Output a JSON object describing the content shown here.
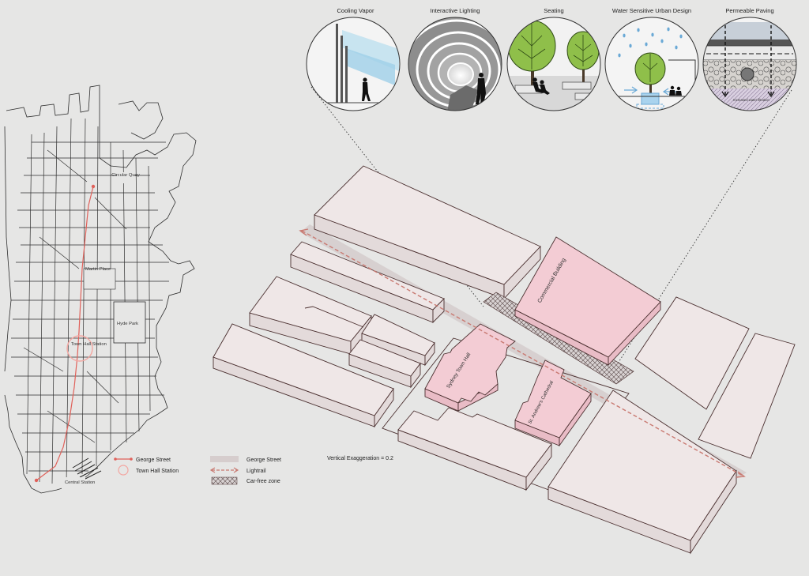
{
  "vignettes": [
    {
      "id": "cooling",
      "caption": "Cooling Vapor"
    },
    {
      "id": "lighting",
      "caption": "Interactive Lighting"
    },
    {
      "id": "seating",
      "caption": "Seating"
    },
    {
      "id": "wsud",
      "caption": "Water Sensitive Urban Design"
    },
    {
      "id": "paving",
      "caption": "Permeable Paving",
      "note": "Increased water filtration"
    }
  ],
  "map": {
    "labels": {
      "circular_quay": "Circular Quay",
      "martin_place": "Martin Place",
      "hyde_park": "Hyde Park",
      "town_hall": "Town Hall Station",
      "central": "Central Station"
    }
  },
  "legend": {
    "george_street_line": "George Street",
    "town_hall_station": "Town Hall Station",
    "george_street_area": "George Street",
    "lightrail": "Lightrail",
    "car_free": "Car-free zone",
    "vertical_exaggeration": "Vertical Exaggeration = 0.2"
  },
  "buildings": {
    "commercial": "Commercial Building",
    "town_hall": "Sydney Town Hall",
    "cathedral": "St. Andrew's Cathedral"
  },
  "colors": {
    "background": "#e6e6e5",
    "highlight_building": "#f3ccd4",
    "building": "#efe7e7",
    "route": "#e0615a",
    "outline": "#4a2f2f"
  }
}
